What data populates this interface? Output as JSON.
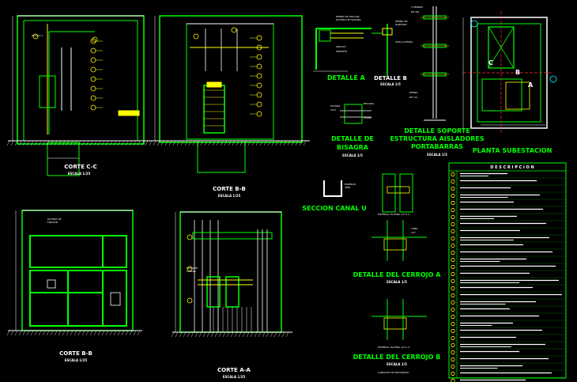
{
  "colors": {
    "background": "#000000",
    "main_line": "#00ff00",
    "title_text": "#00ff00",
    "yellow": "#ffff00",
    "white": "#ffffff",
    "red": "#ff3030",
    "cyan": "#00ffff",
    "dark_green": "#00aa00"
  },
  "views": {
    "corte_cc": {
      "title": "CORTE C-C",
      "scale": "ESCALA 1/25",
      "note": "ESCALA 1"
    },
    "corte_bb_top": {
      "title": "CORTE B-B",
      "scale": "ESCALA 1/25"
    },
    "corte_bb_bottom": {
      "title": "CORTE B-B",
      "scale": "ESCALA 1/25",
      "note": "PLANTA DE TRANSFORMADOR"
    },
    "corte_aa": {
      "title": "CORTE A-A",
      "scale": "ESCALA 1/25"
    },
    "detalle_a": {
      "title": "DETALLE A",
      "note": "PERNO DE ANCLAJE"
    },
    "detalle_b": {
      "title": "DETALLE B",
      "scale": "ESCALA 1/5"
    },
    "detalle_bisagra": {
      "title_line1": "DETALLE DE",
      "title_line2": "BISAGRA",
      "scale": "ESCALA 1/5"
    },
    "detalle_soporte": {
      "title_line1": "DETALLE SOPORTE",
      "title_line2": "ESTRUCTURA AISLADORES",
      "title_line3": "PORTABARRAS",
      "scale": "ESCALA 1/5"
    },
    "seccion_canal": {
      "title": "SECCION CANAL U"
    },
    "detalle_cerrojo_a": {
      "title": "DETALLE DEL CERROJO A",
      "scale": "ESCALA 1/5",
      "note": "MATERIAL PLATINA"
    },
    "detalle_cerrojo_b": {
      "title": "DETALLE DEL CERROJO B",
      "scale": "ESCALA 1/5",
      "note": "MATERIAL PLATINA"
    },
    "planta": {
      "title": "PLANTA SUBESTACION",
      "label_c": "C",
      "label_b": "B",
      "label_a": "A"
    }
  },
  "description_table": {
    "header": "D E S C R I P C I O N",
    "row_count": 30
  }
}
